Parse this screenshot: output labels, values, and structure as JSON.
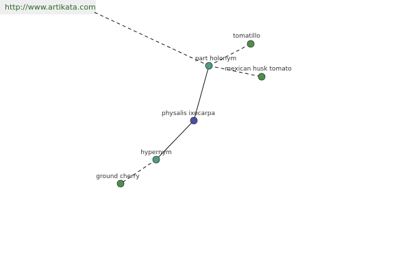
{
  "banner": {
    "url": "http://www.artikata.com"
  },
  "graph": {
    "colors": {
      "center": "#4a4ea8",
      "relation": "#4f9a8a",
      "leaf": "#4e8f4e"
    },
    "nodes": [
      {
        "id": "physalis",
        "label": "physalis ixocarpa",
        "kind": "center"
      },
      {
        "id": "part-holonym",
        "label": "part holonym",
        "kind": "relation"
      },
      {
        "id": "hypernym",
        "label": "hypernym",
        "kind": "relation"
      },
      {
        "id": "tomatillo",
        "label": "tomatillo",
        "kind": "leaf"
      },
      {
        "id": "mexican-husk-tomato",
        "label": "mexican husk tomato",
        "kind": "leaf"
      },
      {
        "id": "ground-cherry",
        "label": "ground cherry",
        "kind": "leaf"
      }
    ],
    "edges": [
      {
        "from": "physalis",
        "to": "part-holonym",
        "style": "solid"
      },
      {
        "from": "physalis",
        "to": "hypernym",
        "style": "solid"
      },
      {
        "from": "part-holonym",
        "to": "tomatillo",
        "style": "dashed"
      },
      {
        "from": "part-holonym",
        "to": "mexican-husk-tomato",
        "style": "dashed"
      },
      {
        "from": "hypernym",
        "to": "ground-cherry",
        "style": "dashed"
      }
    ]
  }
}
